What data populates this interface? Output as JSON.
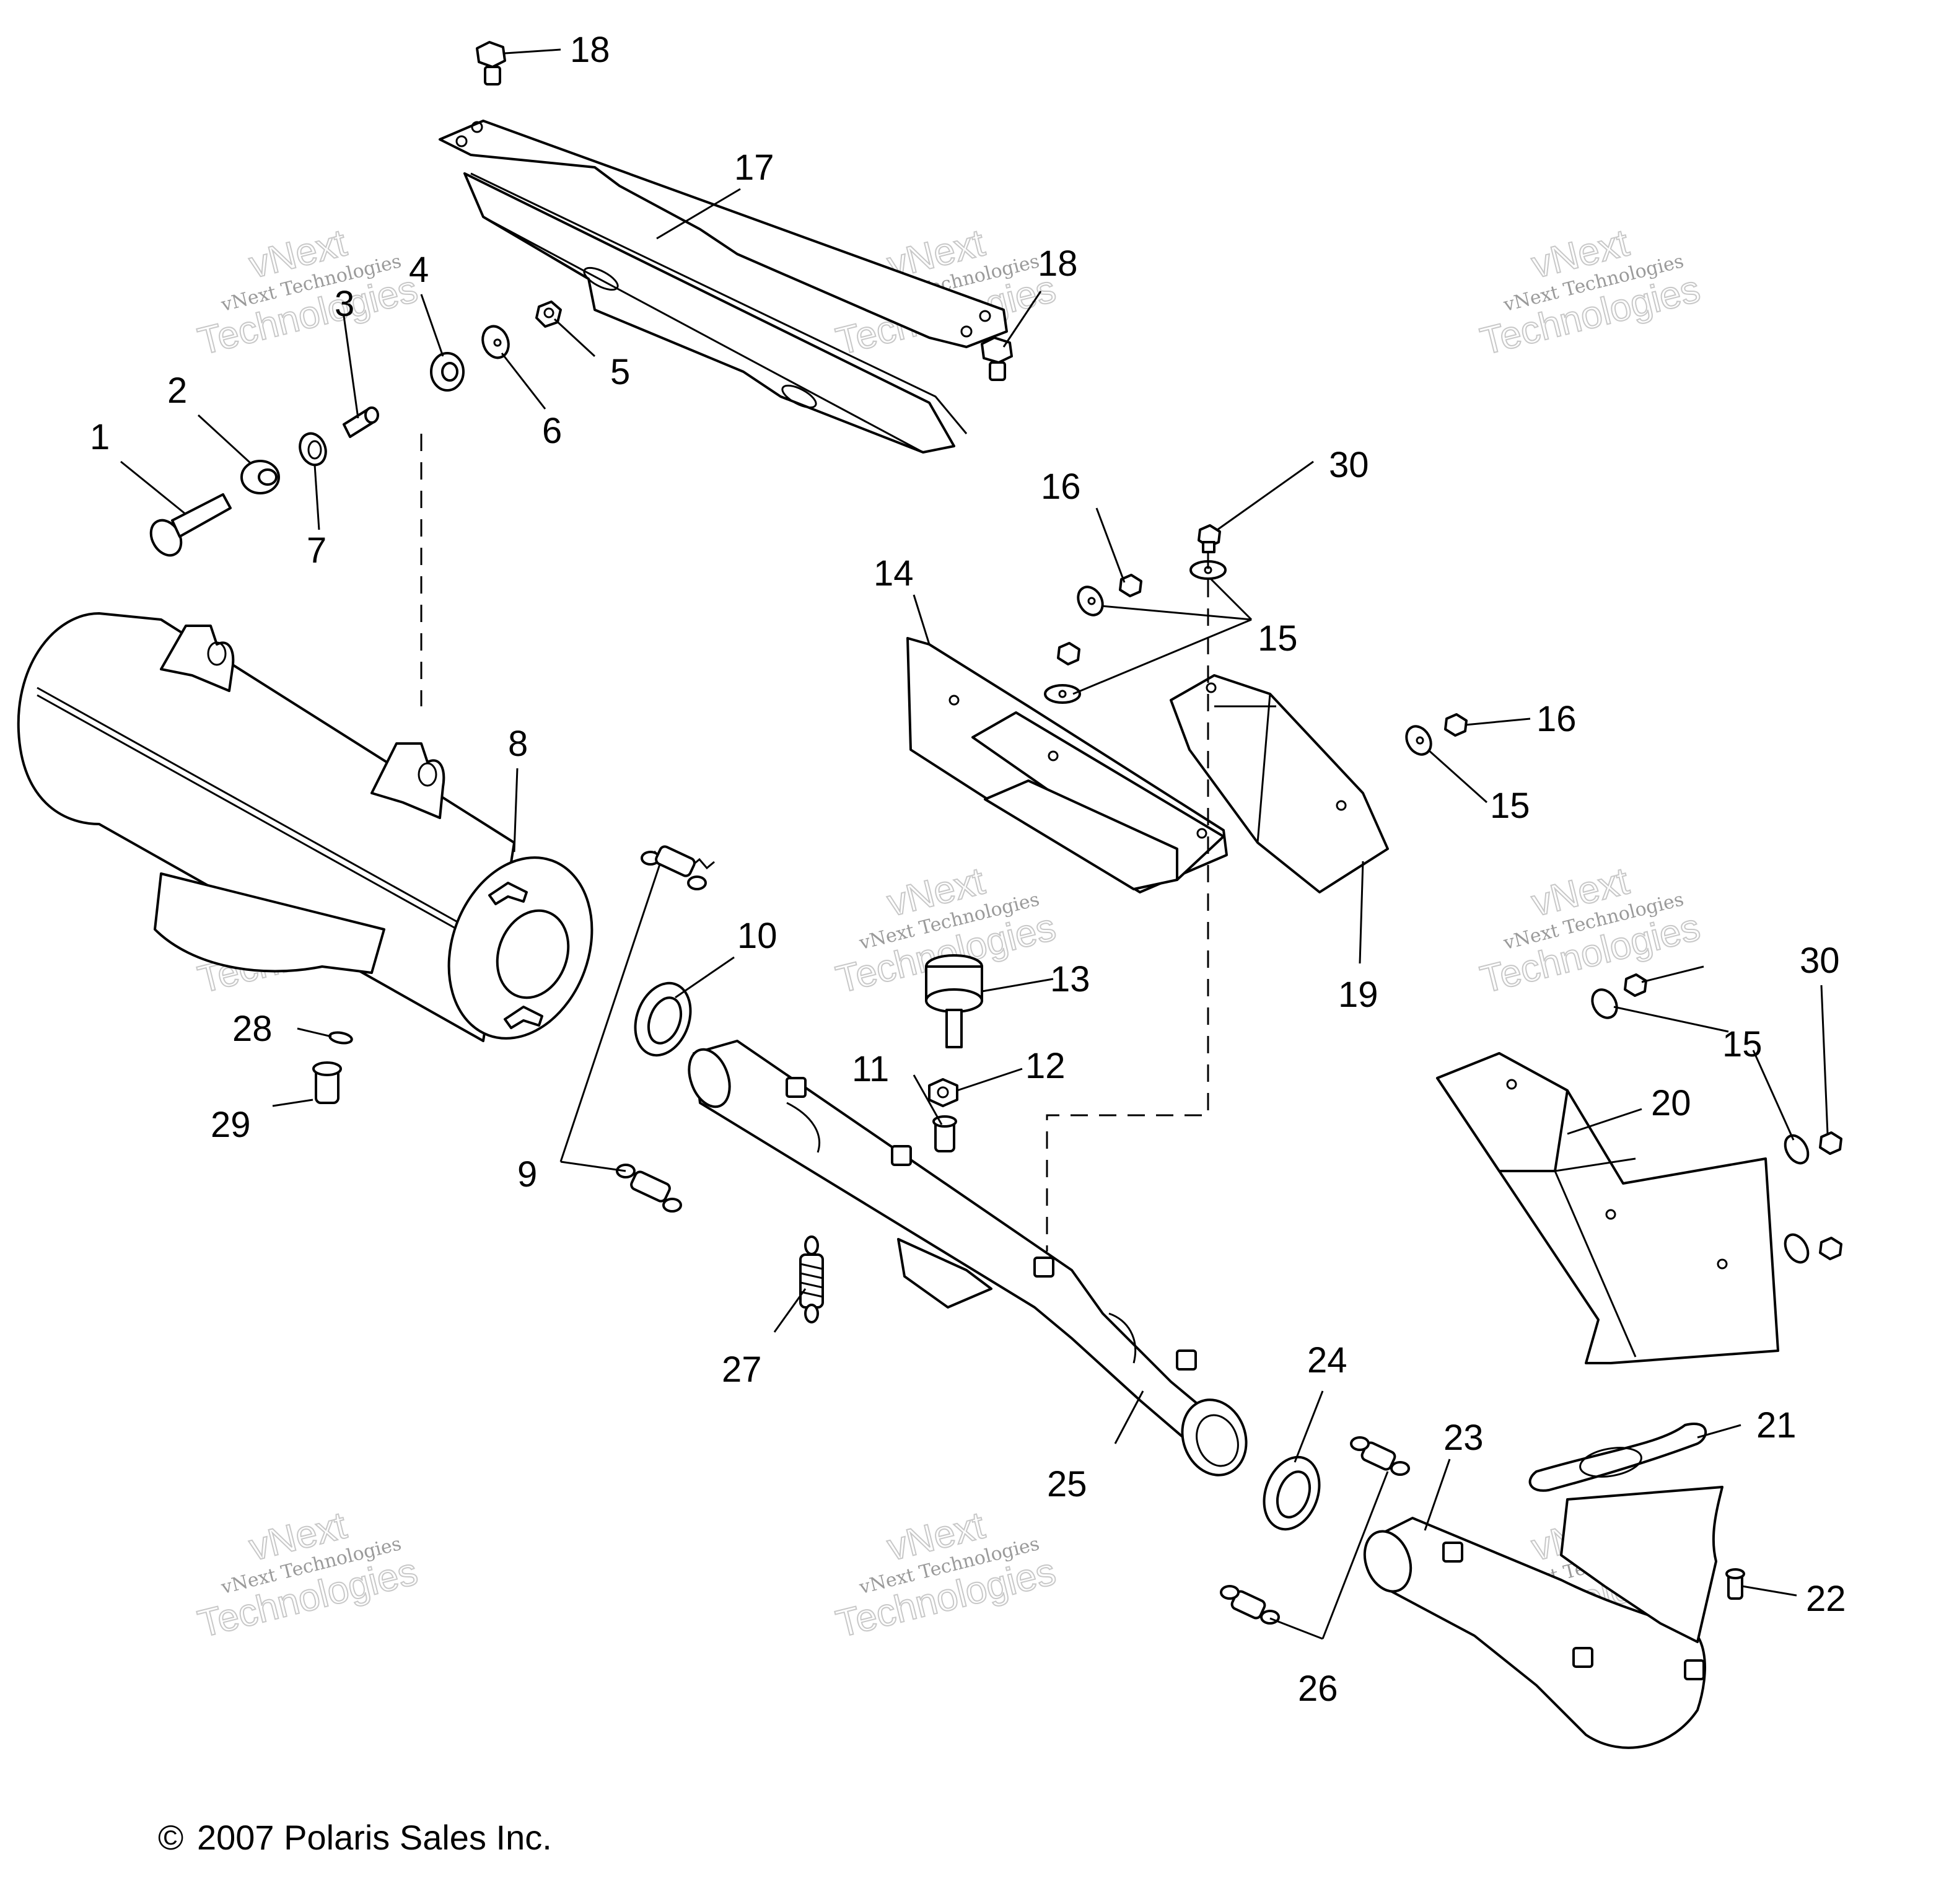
{
  "callouts": {
    "c1": "1",
    "c2": "2",
    "c3": "3",
    "c4": "4",
    "c5": "5",
    "c6": "6",
    "c7": "7",
    "c8": "8",
    "c9": "9",
    "c10": "10",
    "c11": "11",
    "c12": "12",
    "c13": "13",
    "c14": "14",
    "c15": "15",
    "c16": "16",
    "c17": "17",
    "c18": "18",
    "c19": "19",
    "c20": "20",
    "c21": "21",
    "c22": "22",
    "c23": "23",
    "c24": "24",
    "c25": "25",
    "c26": "26",
    "c27": "27",
    "c28": "28",
    "c29": "29",
    "c30": "30"
  },
  "watermark": {
    "line1": "vNext Technologies",
    "line2": "Technologies",
    "line3": "vNext"
  },
  "copyright": "2007 Polaris Sales Inc.",
  "copyright_symbol": "©"
}
